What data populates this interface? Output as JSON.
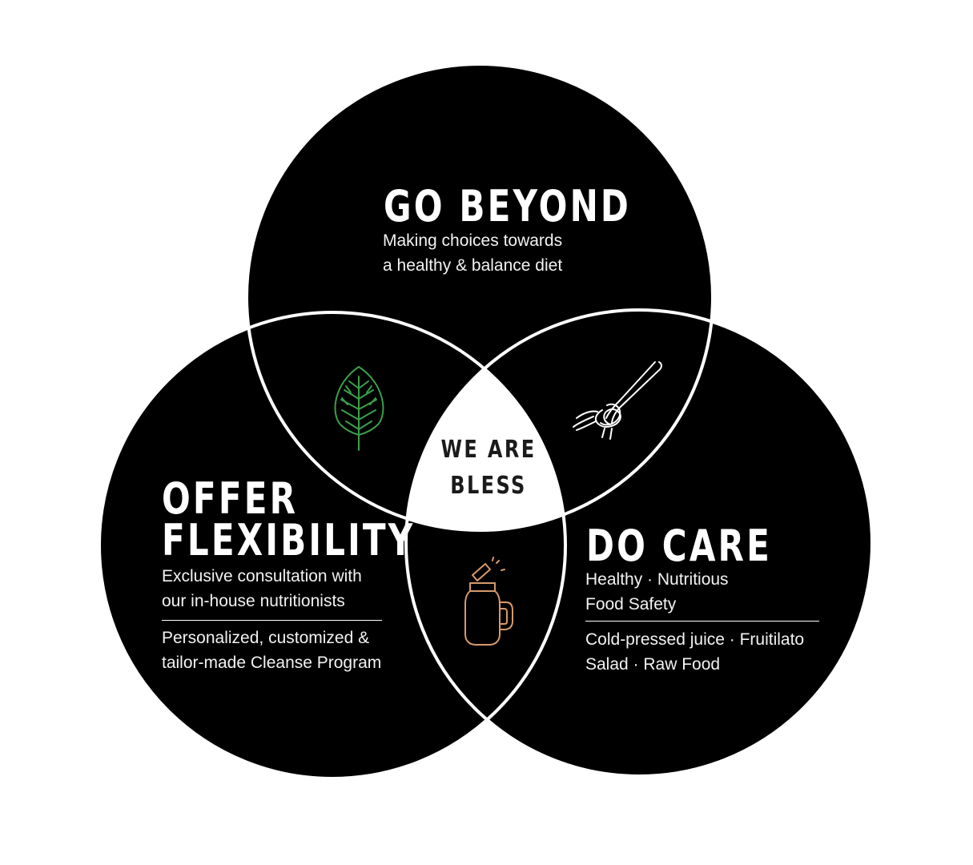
{
  "center": {
    "line1": "WE ARE",
    "line2": "BLESS"
  },
  "go_beyond": {
    "heading": "GO BEYOND",
    "desc": [
      "Making choices towards",
      "a healthy & balance diet"
    ]
  },
  "offer_flexibility": {
    "heading": [
      "OFFER",
      "FLEXIBILITY"
    ],
    "desc": [
      "Exclusive consultation with",
      "our in-house nutritionists"
    ],
    "desc2": [
      "Personalized, customized &",
      "tailor-made Cleanse Program"
    ]
  },
  "do_care": {
    "heading": "DO CARE",
    "desc": [
      "Healthy · Nutritious",
      "Food Safety"
    ],
    "desc2": [
      "Cold-pressed juice · Fruitilato",
      "Salad · Raw Food"
    ]
  },
  "icons": {
    "leaf": "leaf-icon",
    "fork": "fork-with-pasta-icon",
    "jar": "mason-jar-icon"
  },
  "colors": {
    "circle_fill": "#000000",
    "outline": "#ffffff",
    "center_fill": "#ffffff",
    "leaf": "#3aa04a",
    "jar": "#d79a6a"
  }
}
